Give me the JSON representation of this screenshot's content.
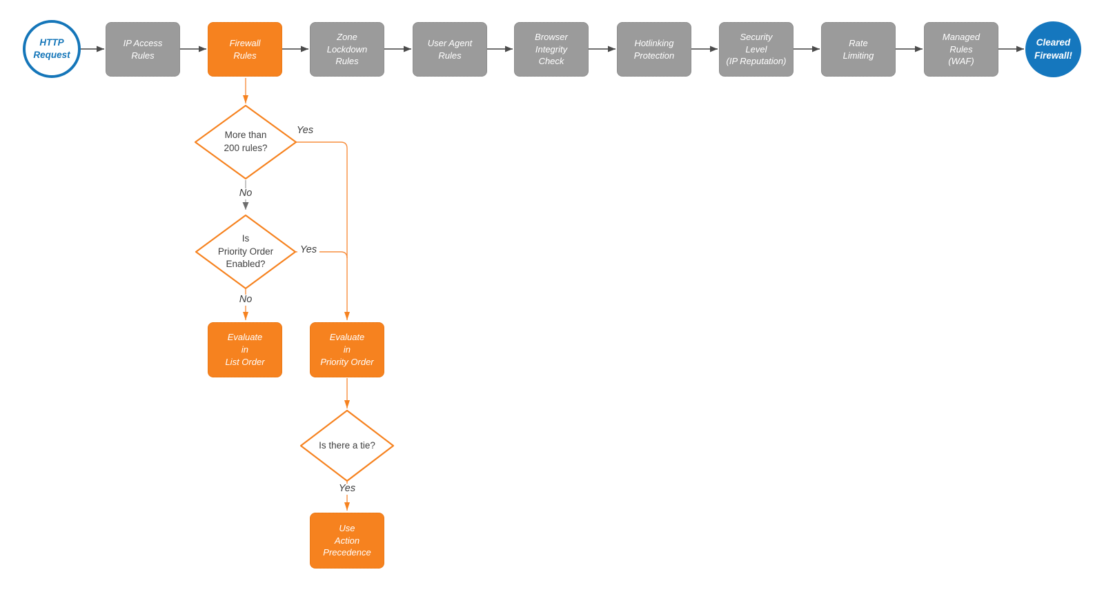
{
  "flow": {
    "start": {
      "label": "HTTP\nRequest"
    },
    "stages": [
      {
        "label": "IP Access\nRules"
      },
      {
        "label": "Firewall\nRules"
      },
      {
        "label": "Zone\nLockdown\nRules"
      },
      {
        "label": "User Agent\nRules"
      },
      {
        "label": "Browser\nIntegrity\nCheck"
      },
      {
        "label": "Hotlinking\nProtection"
      },
      {
        "label": "Security\nLevel\n(IP Reputation)"
      },
      {
        "label": "Rate\nLimiting"
      },
      {
        "label": "Managed\nRules\n(WAF)"
      }
    ],
    "end": {
      "label": "Cleared\nFirewall!"
    },
    "decisions": [
      {
        "label": "More than\n200 rules?"
      },
      {
        "label": "Is\nPriority Order\nEnabled?"
      },
      {
        "label": "Is there a tie?"
      }
    ],
    "actions": [
      {
        "label": "Evaluate\nin\nList Order"
      },
      {
        "label": "Evaluate\nin\nPriority Order"
      },
      {
        "label": "Use\nAction\nPrecedence"
      }
    ],
    "edge_labels": {
      "d1_yes": "Yes",
      "d1_no": "No",
      "d2_yes": "Yes",
      "d2_no": "No",
      "d3_yes": "Yes"
    },
    "colors": {
      "accent_orange": "#F6821F",
      "stage_gray": "#9B9B9B",
      "brand_blue": "#1577BE",
      "connector_dark": "#555555"
    }
  }
}
